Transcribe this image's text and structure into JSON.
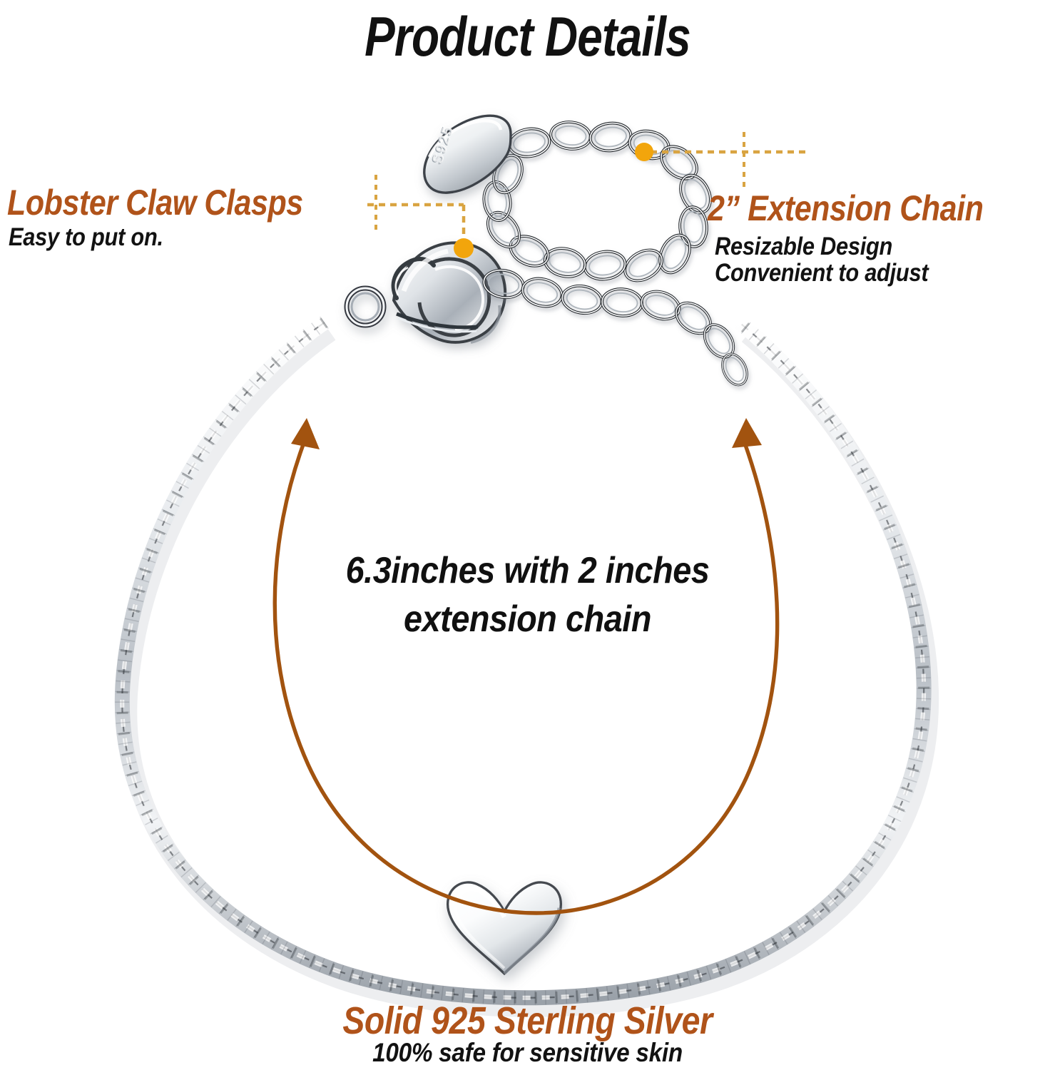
{
  "page": {
    "title": "Product Details",
    "background_color": "#ffffff"
  },
  "colors": {
    "accent_orange": "#B0531A",
    "arc_brown": "#A2530F",
    "leader_gold": "#D9A441",
    "dot_orange": "#F2A50C",
    "body_text": "#121212",
    "metal_silver": "#C9CDD2"
  },
  "callouts": [
    {
      "id": "lobster-claw-clasps",
      "heading": "Lobster Claw Clasps",
      "subtext": "Easy to put on.",
      "position": "left"
    },
    {
      "id": "extension-chain",
      "heading": "2” Extension Chain",
      "subtext_line1": "Resizable Design",
      "subtext_line2": "Convenient  to adjust",
      "position": "right"
    },
    {
      "id": "solid-925-sterling-silver",
      "heading": "Solid 925 Sterling Silver",
      "subtext": "100% safe for sensitive skin",
      "position": "bottom"
    }
  ],
  "measurement": {
    "line1": "6.3inches with 2 inches",
    "line2": "extension chain"
  },
  "product": {
    "type": "sterling-silver-heart-bracelet",
    "hallmark_stamp": "S925",
    "charm": "heart",
    "clasp": "lobster-claw",
    "chain_style": "cable",
    "extension_chain_style": "curb"
  }
}
